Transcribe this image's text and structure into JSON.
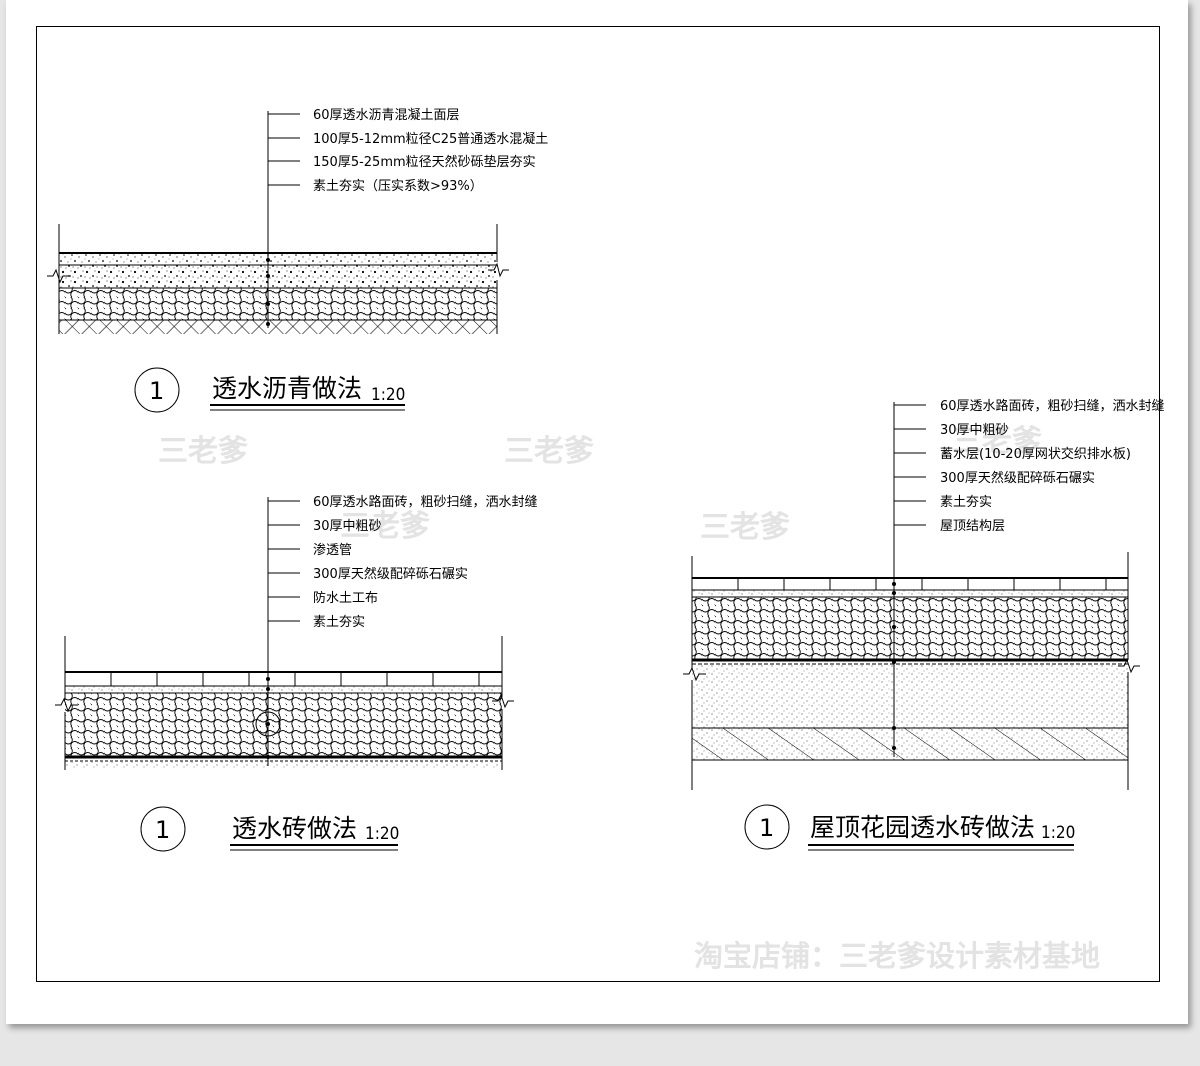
{
  "details": [
    {
      "id": "asphalt",
      "layers": [
        "60厚透水沥青混凝土面层",
        "100厚5-12mm粒径C25普通透水混凝土",
        "150厚5-25mm粒径天然砂砾垫层夯实",
        "素土夯实（压实系数>93%）"
      ],
      "number": "1",
      "title": "透水沥青做法",
      "scale": "1:20"
    },
    {
      "id": "brick",
      "layers": [
        "60厚透水路面砖，粗砂扫缝，洒水封缝",
        "30厚中粗砂",
        "渗透管",
        "300厚天然级配碎砾石碾实",
        "防水土工布",
        "素土夯实"
      ],
      "number": "1",
      "title": "透水砖做法",
      "scale": "1:20"
    },
    {
      "id": "roof",
      "layers": [
        "60厚透水路面砖，粗砂扫缝，洒水封缝",
        "30厚中粗砂",
        "蓄水层(10-20厚网状交织排水板)",
        "300厚天然级配碎砾石碾实",
        "素土夯实",
        "屋顶结构层"
      ],
      "number": "1",
      "title": "屋顶花园透水砖做法",
      "scale": "1:20"
    }
  ],
  "watermarks": {
    "small": "三老爹",
    "footer": "淘宝店铺：三老爹设计素材基地"
  }
}
